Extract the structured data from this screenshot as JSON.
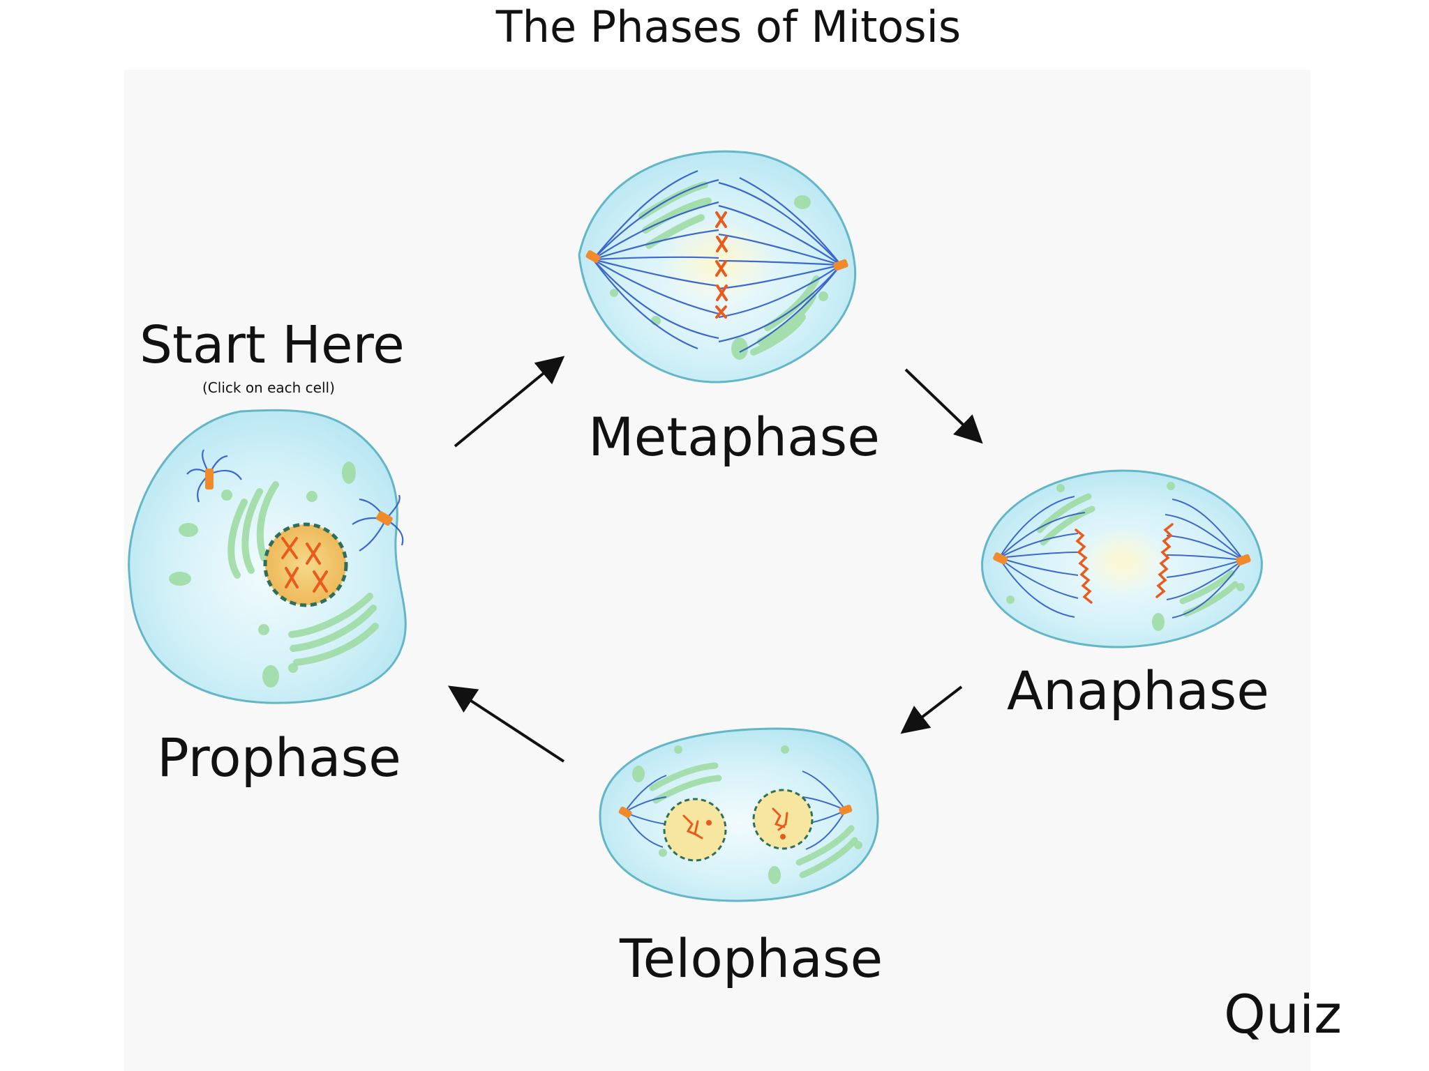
{
  "title": "The Phases of Mitosis",
  "start": {
    "heading": "Start Here",
    "subtext": "(Click on each cell)"
  },
  "phases": {
    "prophase": "Prophase",
    "metaphase": "Metaphase",
    "anaphase": "Anaphase",
    "telophase": "Telophase"
  },
  "quiz_label": "Quiz",
  "colors": {
    "cell_fill": "#c8eef6",
    "cell_border": "#63b6c7",
    "spindle": "#2c59c9",
    "chromosome": "#ea5a1c",
    "centrosome": "#f08a2a",
    "organelle": "#9fdca4",
    "nucleus": "#f1c36b",
    "arrow": "#111111"
  }
}
